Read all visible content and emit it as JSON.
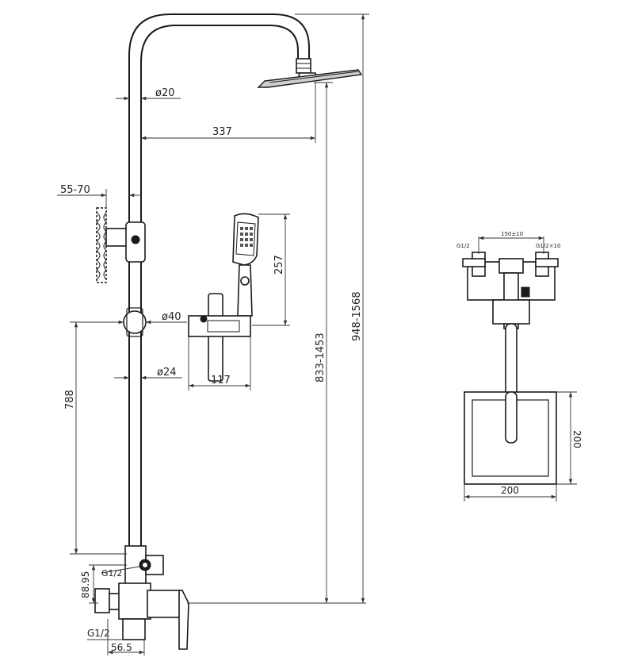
{
  "dimensions": {
    "pipe_diameter": "ø20",
    "arm_reach": "337",
    "wall_offset": "55-70",
    "holder_diameter": "ø40",
    "handshower_height": "257",
    "bar_diameter": "ø24",
    "holder_width": "117",
    "rail_length": "788",
    "outlet_height": "88.95",
    "top_inlet": "G1/2",
    "bottom_inlet": "G1/2",
    "base_width": "56.5",
    "adjustable_height": "833-1453",
    "total_height": "948-1568",
    "inlet_spacing": "150±10",
    "side_left_inlet": "G1/2",
    "side_right_inlet": "G1/2×10",
    "head_depth": "200",
    "head_width": "200"
  }
}
